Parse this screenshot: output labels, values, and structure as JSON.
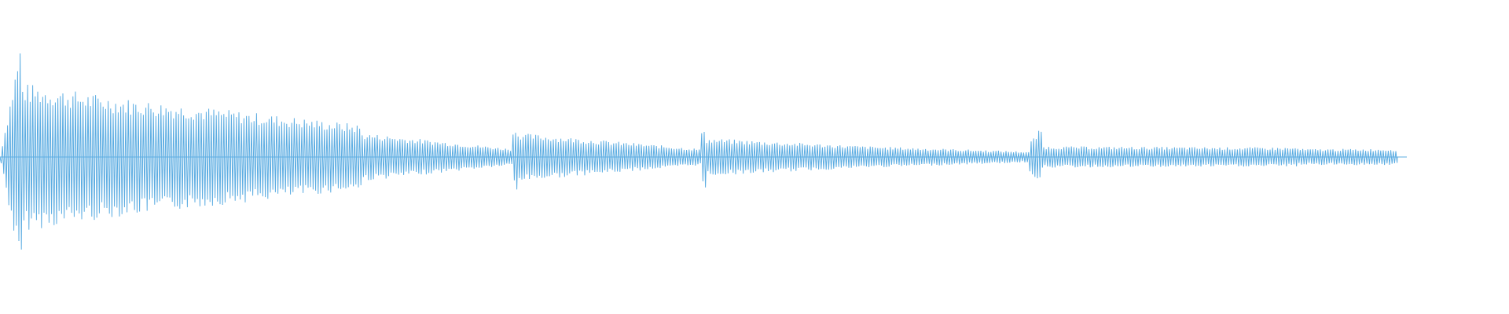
{
  "waveform": {
    "color": "#5dade2",
    "background": "#ffffff",
    "duration_fraction": 0.926,
    "segments": [
      {
        "start": 0.0,
        "end": 0.015,
        "amp_start": 0.0,
        "amp_end": 0.95,
        "peak": 0.95
      },
      {
        "start": 0.015,
        "end": 0.08,
        "amp_start": 0.55,
        "amp_end": 0.44
      },
      {
        "start": 0.08,
        "end": 0.16,
        "amp_start": 0.44,
        "amp_end": 0.34
      },
      {
        "start": 0.16,
        "end": 0.24,
        "amp_start": 0.34,
        "amp_end": 0.24
      },
      {
        "start": 0.24,
        "end": 0.34,
        "amp_start": 0.18,
        "amp_end": 0.06
      },
      {
        "start": 0.34,
        "end": 0.343,
        "amp_start": 0.18,
        "amp_end": 0.3,
        "peak": 0.3
      },
      {
        "start": 0.343,
        "end": 0.465,
        "amp_start": 0.18,
        "amp_end": 0.06
      },
      {
        "start": 0.465,
        "end": 0.468,
        "amp_start": 0.18,
        "amp_end": 0.28,
        "peak": 0.28
      },
      {
        "start": 0.468,
        "end": 0.575,
        "amp_start": 0.14,
        "amp_end": 0.08
      },
      {
        "start": 0.575,
        "end": 0.682,
        "amp_start": 0.08,
        "amp_end": 0.04
      },
      {
        "start": 0.682,
        "end": 0.69,
        "amp_start": 0.1,
        "amp_end": 0.22,
        "peak": 0.22
      },
      {
        "start": 0.69,
        "end": 0.86,
        "amp_start": 0.08,
        "amp_end": 0.07
      },
      {
        "start": 0.86,
        "end": 0.926,
        "amp_start": 0.06,
        "amp_end": 0.06
      }
    ]
  }
}
